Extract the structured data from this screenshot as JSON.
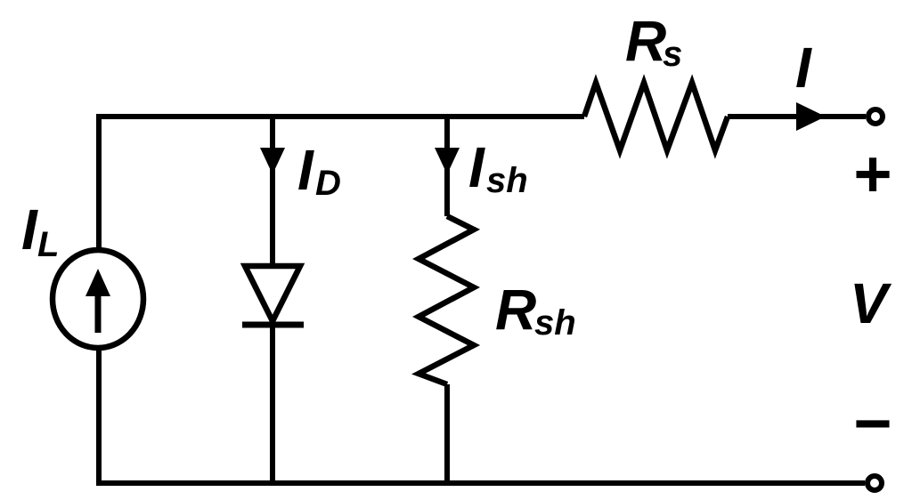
{
  "diagram": {
    "type": "circuit-schematic",
    "background_color": "#ffffff",
    "line_color": "#000000",
    "labels": {
      "photocurrent": {
        "main": "I",
        "sub": "L"
      },
      "diode_current": {
        "main": "I",
        "sub": "D"
      },
      "shunt_current": {
        "main": "I",
        "sub": "sh"
      },
      "shunt_resistance": {
        "main": "R",
        "sub": "sh"
      },
      "series_resistance": {
        "main": "R",
        "sub": "s"
      },
      "output_current": {
        "main": "I"
      },
      "output_voltage": {
        "main": "V"
      },
      "positive_sign": "+",
      "negative_sign": "−"
    }
  }
}
